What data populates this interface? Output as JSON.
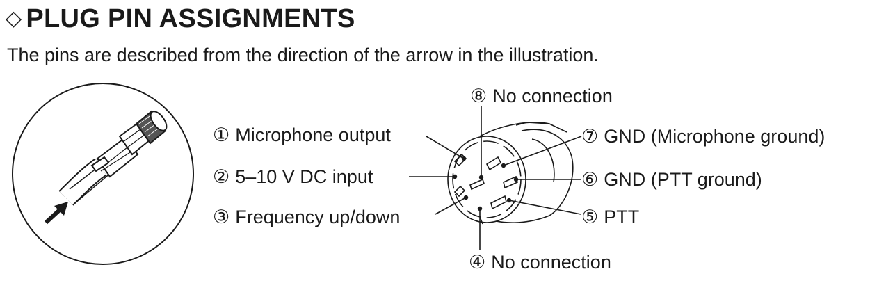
{
  "heading": {
    "symbol": "◇",
    "title": "PLUG PIN ASSIGNMENTS"
  },
  "description": "The pins are described from the direction of the arrow in the illustration.",
  "pins": [
    {
      "number": "①",
      "label": "Microphone output"
    },
    {
      "number": "②",
      "label": "5–10 V DC input"
    },
    {
      "number": "③",
      "label": "Frequency up/down"
    },
    {
      "number": "④",
      "label": "No connection"
    },
    {
      "number": "⑤",
      "label": "PTT"
    },
    {
      "number": "⑥",
      "label": "GND (PTT ground)"
    },
    {
      "number": "⑦",
      "label": "GND (Microphone ground)"
    },
    {
      "number": "⑧",
      "label": "No connection"
    }
  ],
  "colors": {
    "ink": "#1a1a1a",
    "background": "#ffffff"
  },
  "icons": [
    "view-direction-arrow-icon",
    "plug-illustration",
    "connector-face-illustration"
  ]
}
